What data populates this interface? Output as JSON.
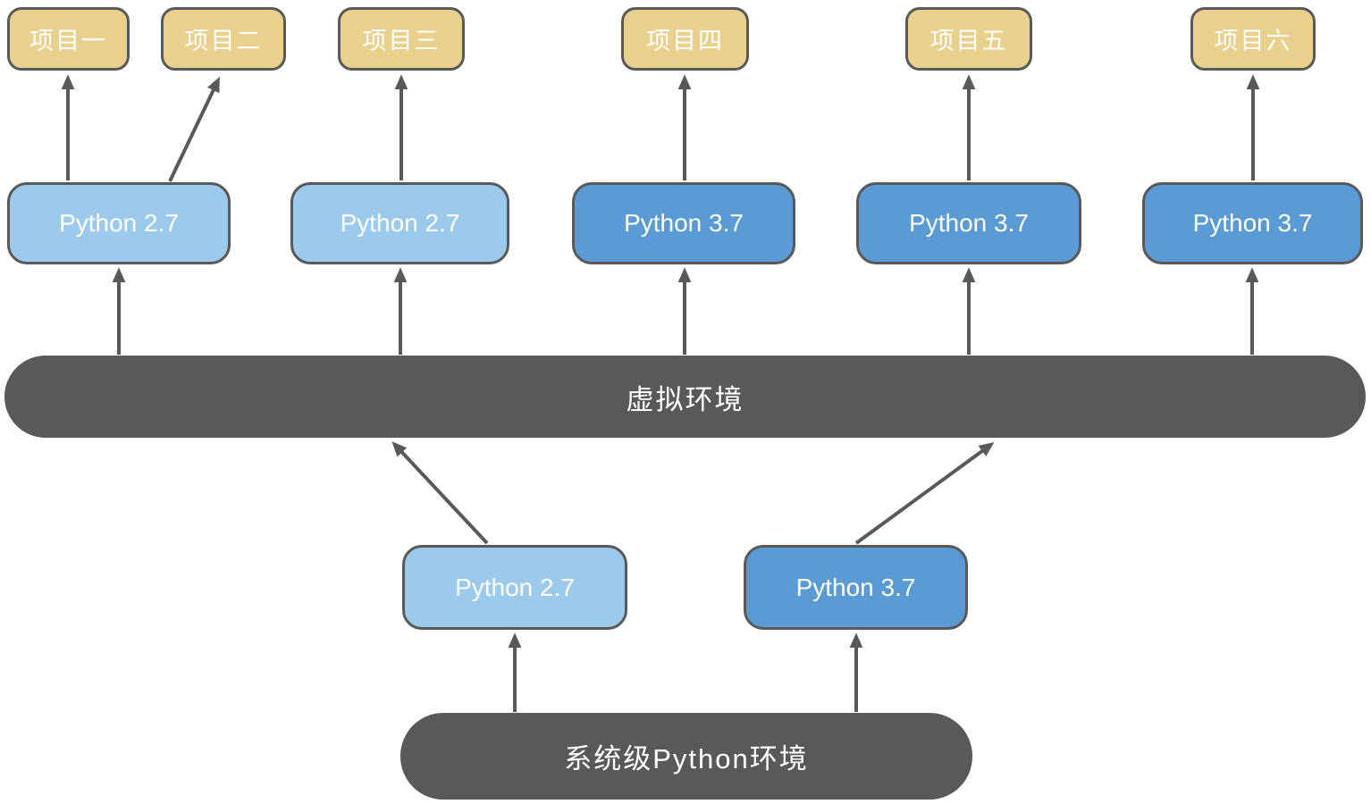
{
  "diagram": {
    "title_semantic": "Python virtual environments diagram",
    "colors": {
      "background": "#FFFFFF",
      "project_fill": "#E9D18D",
      "python27_fill": "#9CCAEC",
      "python37_fill": "#5B9BD5",
      "bar_fill": "#595959",
      "border": "#595959",
      "arrow": "#595959",
      "text": "#FFFFFF"
    },
    "projects": [
      {
        "label": "项目一"
      },
      {
        "label": "项目二"
      },
      {
        "label": "项目三"
      },
      {
        "label": "项目四"
      },
      {
        "label": "项目五"
      },
      {
        "label": "项目六"
      }
    ],
    "venv_interpreters": [
      {
        "label": "Python 2.7",
        "version": "2.7"
      },
      {
        "label": "Python 2.7",
        "version": "2.7"
      },
      {
        "label": "Python 3.7",
        "version": "3.7"
      },
      {
        "label": "Python 3.7",
        "version": "3.7"
      },
      {
        "label": "Python 3.7",
        "version": "3.7"
      }
    ],
    "virtual_env_bar": {
      "label": "虚拟环境"
    },
    "system_interpreters": [
      {
        "label": "Python 2.7",
        "version": "2.7"
      },
      {
        "label": "Python 3.7",
        "version": "3.7"
      }
    ],
    "system_env_bar": {
      "label": "系统级Python环境"
    }
  }
}
